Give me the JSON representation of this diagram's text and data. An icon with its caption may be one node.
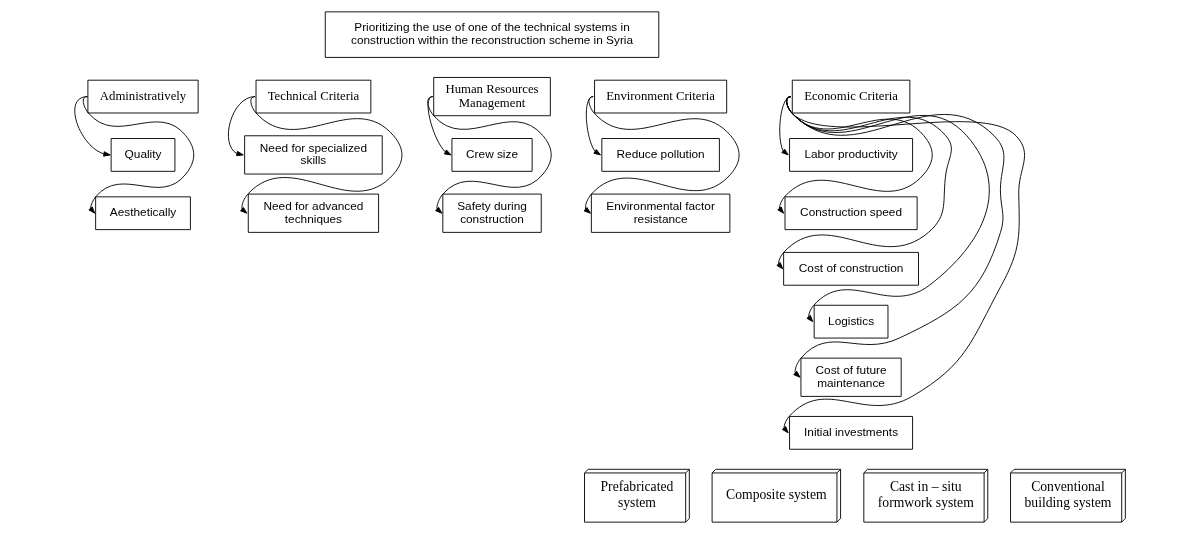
{
  "diagram": {
    "nodes": [
      {
        "text": [
          "Prioritizing the use of one of the technical systems in construction within the reconstruction scheme in Syria"
        ]
      },
      {
        "text": [
          "Administratively"
        ]
      },
      {
        "text": [
          "Quality"
        ]
      },
      {
        "text": [
          "Aesthetically"
        ]
      },
      {
        "text": [
          "Technical Criteria"
        ]
      },
      {
        "text": [
          "Need for specialized skills"
        ]
      },
      {
        "text": [
          "Need for advanced techniques"
        ]
      },
      {
        "text": [
          "Human Resources Management"
        ]
      },
      {
        "text": [
          "Crew size"
        ]
      },
      {
        "text": [
          "Safety during construction"
        ]
      },
      {
        "text": [
          "Environment Criteria"
        ]
      },
      {
        "text": [
          "Reduce pollution"
        ]
      },
      {
        "text": [
          "Environmental factor resistance"
        ]
      },
      {
        "text": [
          "Economic Criteria"
        ]
      },
      {
        "text": [
          "Labor productivity"
        ]
      },
      {
        "text": [
          "Construction speed"
        ]
      },
      {
        "text": [
          "Cost of construction"
        ]
      },
      {
        "text": [
          "Logistics"
        ]
      },
      {
        "text": [
          "Cost of future maintenance"
        ]
      },
      {
        "text": [
          "Initial investments"
        ]
      },
      {
        "text": [
          "Prefabricated system"
        ]
      },
      {
        "text": [
          "Composite system"
        ]
      },
      {
        "text": [
          "Cast in – situ formwork system"
        ]
      },
      {
        "text": [
          "Conventional building system"
        ]
      }
    ],
    "edges": [
      {
        "from": 1,
        "to": 2,
        "arrow": "to"
      },
      {
        "from": 1,
        "to": 3,
        "arrow": "to"
      },
      {
        "from": 4,
        "to": 5,
        "arrow": "to"
      },
      {
        "from": 4,
        "to": 6,
        "arrow": "to"
      },
      {
        "from": 7,
        "to": 8,
        "arrow": "to"
      },
      {
        "from": 7,
        "to": 9,
        "arrow": "to"
      },
      {
        "from": 10,
        "to": 11,
        "arrow": "to"
      },
      {
        "from": 10,
        "to": 12,
        "arrow": "to"
      },
      {
        "from": 13,
        "to": 14,
        "arrow": "to"
      },
      {
        "from": 13,
        "to": 15,
        "arrow": "to"
      },
      {
        "from": 13,
        "to": 16,
        "arrow": "to"
      },
      {
        "from": 13,
        "to": 17,
        "arrow": "to"
      },
      {
        "from": 13,
        "to": 18,
        "arrow": "to"
      },
      {
        "from": 13,
        "to": 19,
        "arrow": "to"
      }
    ]
  }
}
